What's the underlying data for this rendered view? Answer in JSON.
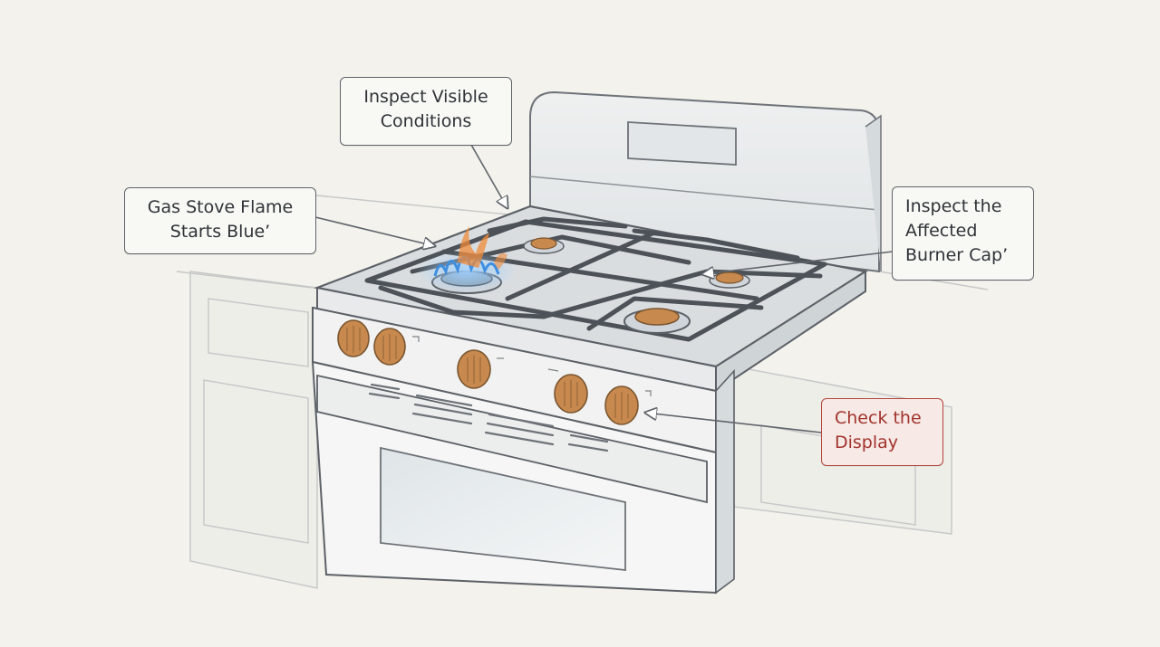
{
  "callouts": {
    "inspect_visible": "Inspect Visible\nConditions",
    "flame_blue": "Gas Stove Flame\nStarts Blue’",
    "burner_cap": "Inspect the\nAffected\nBurner Cap’",
    "check_display": "Check the\nDisplay"
  },
  "colors": {
    "background": "#f3f2ec",
    "line": "#5f646b",
    "alert": "#b4443d",
    "flame_blue": "#3f8fe0",
    "flame_orange": "#ef8a3a",
    "knob": "#c8894e"
  },
  "icons": {
    "knob": "knob-icon",
    "burner": "burner-icon",
    "flame": "flame-icon"
  }
}
